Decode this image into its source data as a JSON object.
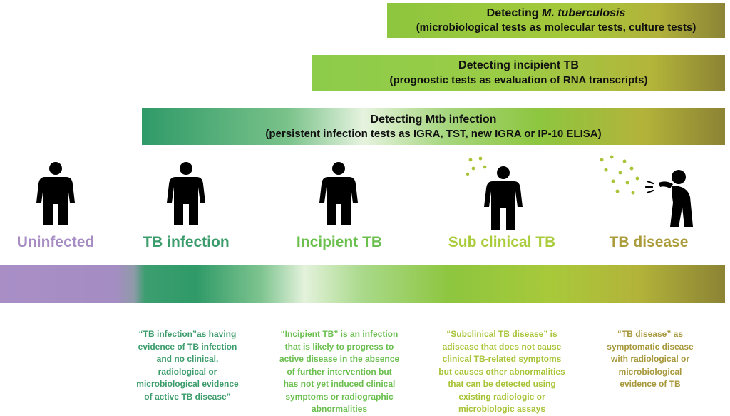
{
  "bands": {
    "mtb": {
      "line1_prefix": "Detecting ",
      "line1_italic": "M. tuberculosis",
      "line2": "(microbiological tests as molecular tests, culture tests)"
    },
    "incipient": {
      "line1": "Detecting incipient TB",
      "line2": "(prognostic tests as evaluation of RNA transcripts)"
    },
    "infection": {
      "line1": "Detecting Mtb infection",
      "line2": "(persistent infection tests as IGRA, TST, new IGRA or IP-10 ELISA)"
    }
  },
  "stages": {
    "uninfected": "Uninfected",
    "infection": "TB infection",
    "incipient": "Incipient TB",
    "subclinical": "Sub clinical TB",
    "disease": "TB disease"
  },
  "descriptions": {
    "infection": [
      "“TB infection”as having",
      "evidence of TB infection",
      "and no clinical,",
      "radiological or",
      "microbiological evidence",
      "of active TB disease”"
    ],
    "incipient": [
      "“Incipient TB” is an infection",
      "that is likely to progress to",
      "active disease in the absence",
      "of further intervention but",
      "has not yet induced clinical",
      "symptoms or radiographic",
      "abnormalities"
    ],
    "subclinical": [
      "“Subclinical TB disease” is",
      "adisease that does not cause",
      "clinical TB-related symptoms",
      "but causes other abnormalities",
      "that can be detected using",
      "existing radiologic or",
      "microbiologic assays"
    ],
    "disease": [
      "“TB disease” as",
      "symptomatic disease",
      "with radiological or",
      "microbiological",
      "evidence of TB"
    ]
  },
  "colors": {
    "uninfected": "#a78dc4",
    "infection": "#3c9c6c",
    "incipient": "#6bbf4f",
    "subclinical": "#aacc3b",
    "disease": "#aa9b3b",
    "droplets": "#a8c438"
  },
  "icons": [
    "person-icon",
    "person-icon",
    "person-icon",
    "person-coughing-icon",
    "person-sneezing-icon"
  ]
}
